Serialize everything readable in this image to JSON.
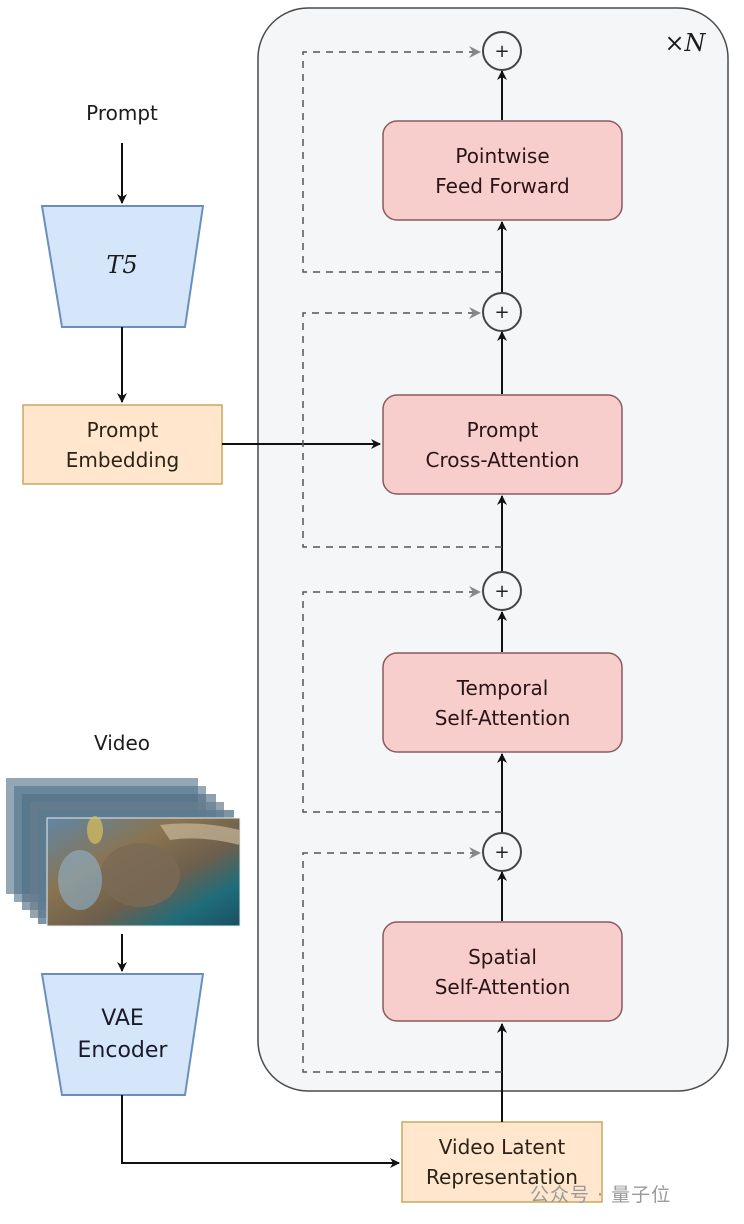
{
  "inputs": {
    "prompt_label": "Prompt",
    "video_label": "Video"
  },
  "encoders": {
    "t5": {
      "label": "T5"
    },
    "vae": {
      "line1": "VAE",
      "line2": "Encoder"
    }
  },
  "embeddings": {
    "prompt": {
      "line1": "Prompt",
      "line2": "Embedding"
    },
    "video_latent": {
      "line1": "Video Latent",
      "line2": "Representation"
    }
  },
  "transformer_block": {
    "repeat_label": "×N",
    "layers": [
      {
        "id": "pointwise-feed-forward",
        "line1": "Pointwise",
        "line2": "Feed Forward"
      },
      {
        "id": "prompt-cross-attention",
        "line1": "Prompt",
        "line2": "Cross-Attention"
      },
      {
        "id": "temporal-self-attention",
        "line1": "Temporal",
        "line2": "Self-Attention"
      },
      {
        "id": "spatial-self-attention",
        "line1": "Spatial",
        "line2": "Self-Attention"
      }
    ],
    "residual_op": "+"
  },
  "colors": {
    "encoder_fill": "#d6e6fa",
    "encoder_stroke": "#6c8ebf",
    "embedding_fill": "#ffe6cc",
    "embedding_stroke": "#c9a860",
    "layer_fill": "#f8cecc",
    "layer_stroke": "#8a5a5e",
    "container_fill": "#f5f6f8",
    "container_stroke": "#4a4a4a"
  },
  "watermark": "公众号 · 量子位"
}
